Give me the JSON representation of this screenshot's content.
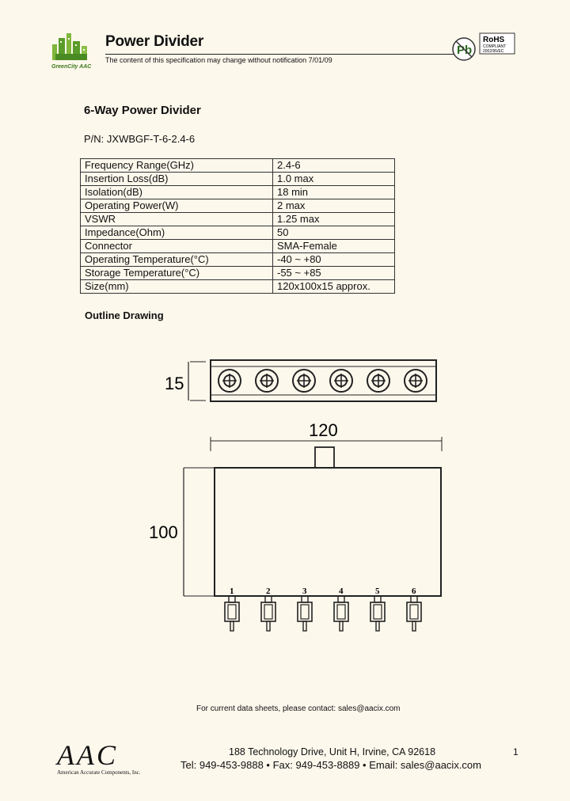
{
  "header": {
    "logo_text": "GreenCity AAC",
    "title": "Power Divider",
    "notice": "The content of this specification may change without notification 7/01/09",
    "badge_symbol": "Pb",
    "badge_title": "RoHS",
    "badge_sub": "COMPLIANT",
    "badge_code": "2002/95/EC"
  },
  "document": {
    "heading": "6-Way Power Divider",
    "part_number": "P/N: JXWBGF-T-6-2.4-6"
  },
  "spec_table": [
    {
      "param": "Frequency Range(GHz)",
      "value": "2.4-6"
    },
    {
      "param": "Insertion Loss(dB)",
      "value": "1.0 max"
    },
    {
      "param": "Isolation(dB)",
      "value": "18 min"
    },
    {
      "param": "Operating Power(W)",
      "value": "2 max"
    },
    {
      "param": "VSWR",
      "value": "1.25 max"
    },
    {
      "param": "Impedance(Ohm)",
      "value": "50"
    },
    {
      "param": "Connector",
      "value": "SMA-Female"
    },
    {
      "param": "Operating Temperature(°C)",
      "value": "-40 ~ +80"
    },
    {
      "param": "Storage Temperature(°C)",
      "value": "-55 ~ +85"
    },
    {
      "param": "Size(mm)",
      "value": "120x100x15 approx."
    }
  ],
  "outline": {
    "heading": "Outline Drawing",
    "dim_height": "15",
    "dim_width": "120",
    "dim_depth": "100",
    "port_labels": [
      "1",
      "2",
      "3",
      "4",
      "5",
      "6"
    ]
  },
  "footer": {
    "contact": "For current data sheets, please contact: sales@aacix.com",
    "company_logo": "AAC",
    "company_name": "American Accurate Components, Inc.",
    "address": "188 Technology Drive, Unit H, Irvine, CA 92618",
    "phone_line": "Tel: 949-453-9888 • Fax: 949-453-8889 • Email: sales@aacix.com",
    "page": "1"
  }
}
